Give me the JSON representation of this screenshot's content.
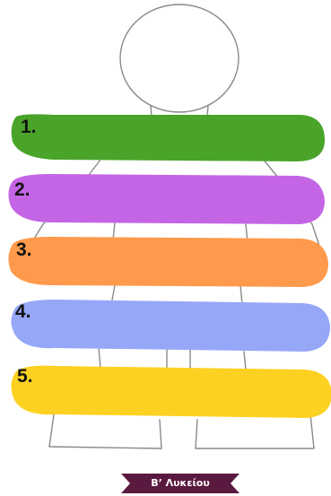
{
  "strokes": [
    {
      "label": "1.",
      "color": "#4aa42a"
    },
    {
      "label": "2.",
      "color": "#c465e6"
    },
    {
      "label": "3.",
      "color": "#ff9a4d"
    },
    {
      "label": "4.",
      "color": "#97a7f8"
    },
    {
      "label": "5.",
      "color": "#fdd121"
    }
  ],
  "badge": {
    "text": "Β’ Λυκείου",
    "color": "#5a1a3f"
  },
  "outline_color": "#8a8a8a"
}
